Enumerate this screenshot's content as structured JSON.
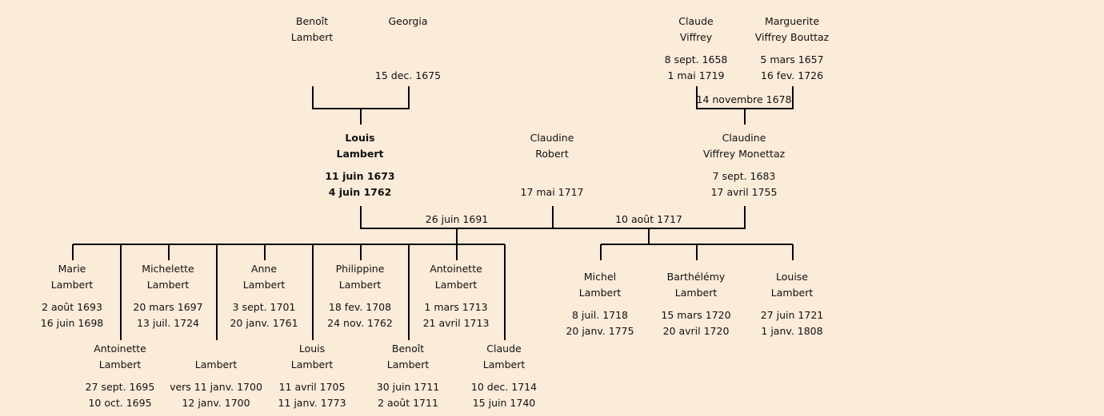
{
  "people": [
    {
      "id": "benoit-lambert-sr",
      "first": "Benoît",
      "last": "Lambert",
      "birth": "",
      "death": ""
    },
    {
      "id": "georgia",
      "first": "Georgia",
      "last": "",
      "birth": "",
      "death": ""
    },
    {
      "id": "claude-viffrey",
      "first": "Claude",
      "last": "Viffrey",
      "birth": "8 sept. 1658",
      "death": "1 mai 1719"
    },
    {
      "id": "marguerite-viffrey-bouttaz",
      "first": "Marguerite",
      "last": "Viffrey Bouttaz",
      "birth": "5 mars 1657",
      "death": "16 fev. 1726"
    },
    {
      "id": "louis-lambert",
      "first": "Louis",
      "last": "Lambert",
      "birth": "11 juin 1673",
      "death": "4 juin 1762"
    },
    {
      "id": "claudine-robert",
      "first": "Claudine",
      "last": "Robert",
      "birth": "",
      "death": "17 mai 1717"
    },
    {
      "id": "claudine-viffrey-monettaz",
      "first": "Claudine",
      "last": "Viffrey Monettaz",
      "birth": "7 sept. 1683",
      "death": "17 avril 1755"
    },
    {
      "id": "marie-lambert",
      "first": "Marie",
      "last": "Lambert",
      "birth": "2 août 1693",
      "death": "16 juin 1698"
    },
    {
      "id": "antoinette-lambert-1695",
      "first": "Antoinette",
      "last": "Lambert",
      "birth": "27 sept. 1695",
      "death": "10 oct. 1695"
    },
    {
      "id": "michelette-lambert",
      "first": "Michelette",
      "last": "Lambert",
      "birth": "20 mars 1697",
      "death": "13 juil. 1724"
    },
    {
      "id": "unnamed-lambert",
      "first": "",
      "last": "Lambert",
      "birth": "vers 11 janv. 1700",
      "death": "12 janv. 1700"
    },
    {
      "id": "anne-lambert",
      "first": "Anne",
      "last": "Lambert",
      "birth": "3 sept. 1701",
      "death": "20 janv. 1761"
    },
    {
      "id": "louis-lambert-jr",
      "first": "Louis",
      "last": "Lambert",
      "birth": "11 avril 1705",
      "death": "11 janv. 1773"
    },
    {
      "id": "philippine-lambert",
      "first": "Philippine",
      "last": "Lambert",
      "birth": "18 fev. 1708",
      "death": "24 nov. 1762"
    },
    {
      "id": "benoit-lambert",
      "first": "Benoît",
      "last": "Lambert",
      "birth": "30 juin 1711",
      "death": "2 août 1711"
    },
    {
      "id": "antoinette-lambert-1713",
      "first": "Antoinette",
      "last": "Lambert",
      "birth": "1 mars 1713",
      "death": "21 avril 1713"
    },
    {
      "id": "claude-lambert",
      "first": "Claude",
      "last": "Lambert",
      "birth": "10 dec. 1714",
      "death": "15 juin 1740"
    },
    {
      "id": "michel-lambert",
      "first": "Michel",
      "last": "Lambert",
      "birth": "8 juil. 1718",
      "death": "20 janv. 1775"
    },
    {
      "id": "barthelemy-lambert",
      "first": "Barthélémy",
      "last": "Lambert",
      "birth": "15 mars 1720",
      "death": "20 avril 1720"
    },
    {
      "id": "louise-lambert",
      "first": "Louise",
      "last": "Lambert",
      "birth": "27 juin 1721",
      "death": "1 janv. 1808"
    }
  ],
  "marriages": [
    {
      "id": "benoit-georgia",
      "date": "15 dec. 1675"
    },
    {
      "id": "claude-marguerite",
      "date": "14 novembre 1678"
    },
    {
      "id": "louis-claudine-robert",
      "date": "26 juin 1691"
    },
    {
      "id": "louis-claudine-viffrey",
      "date": "10 août 1717"
    }
  ],
  "colors": {
    "background": "#fbebd9",
    "line": "#000000",
    "text": "#111111"
  }
}
